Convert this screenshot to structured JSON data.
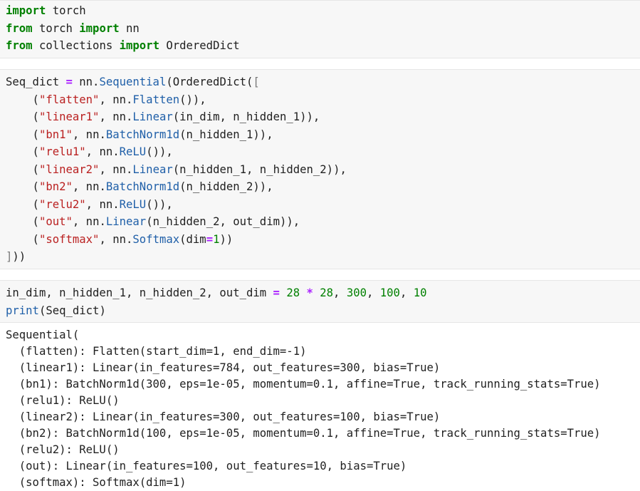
{
  "cells": [
    {
      "lines": [
        [
          [
            "kw",
            "import"
          ],
          [
            "p",
            " torch"
          ]
        ],
        [
          [
            "kw",
            "from"
          ],
          [
            "p",
            " torch "
          ],
          [
            "kw",
            "import"
          ],
          [
            "p",
            " nn"
          ]
        ],
        [
          [
            "kw",
            "from"
          ],
          [
            "p",
            " collections "
          ],
          [
            "kw",
            "import"
          ],
          [
            "p",
            " OrderedDict"
          ]
        ]
      ]
    },
    {
      "lines": [
        [
          [
            "p",
            "Seq_dict "
          ],
          [
            "op",
            "="
          ],
          [
            "p",
            " nn."
          ],
          [
            "attr",
            "Sequential"
          ],
          [
            "p",
            "(OrderedDict("
          ],
          [
            "brk",
            "["
          ]
        ],
        [
          [
            "p",
            "    ("
          ],
          [
            "str",
            "\"flatten\""
          ],
          [
            "p",
            ", nn."
          ],
          [
            "attr",
            "Flatten"
          ],
          [
            "p",
            "()),"
          ]
        ],
        [
          [
            "p",
            "    ("
          ],
          [
            "str",
            "\"linear1\""
          ],
          [
            "p",
            ", nn."
          ],
          [
            "attr",
            "Linear"
          ],
          [
            "p",
            "(in_dim, n_hidden_1)),"
          ]
        ],
        [
          [
            "p",
            "    ("
          ],
          [
            "str",
            "\"bn1\""
          ],
          [
            "p",
            ", nn."
          ],
          [
            "attr",
            "BatchNorm1d"
          ],
          [
            "p",
            "(n_hidden_1)),"
          ]
        ],
        [
          [
            "p",
            "    ("
          ],
          [
            "str",
            "\"relu1\""
          ],
          [
            "p",
            ", nn."
          ],
          [
            "attr",
            "ReLU"
          ],
          [
            "p",
            "()),"
          ]
        ],
        [
          [
            "p",
            "    ("
          ],
          [
            "str",
            "\"linear2\""
          ],
          [
            "p",
            ", nn."
          ],
          [
            "attr",
            "Linear"
          ],
          [
            "p",
            "(n_hidden_1, n_hidden_2)),"
          ]
        ],
        [
          [
            "p",
            "    ("
          ],
          [
            "str",
            "\"bn2\""
          ],
          [
            "p",
            ", nn."
          ],
          [
            "attr",
            "BatchNorm1d"
          ],
          [
            "p",
            "(n_hidden_2)),"
          ]
        ],
        [
          [
            "p",
            "    ("
          ],
          [
            "str",
            "\"relu2\""
          ],
          [
            "p",
            ", nn."
          ],
          [
            "attr",
            "ReLU"
          ],
          [
            "p",
            "()),"
          ]
        ],
        [
          [
            "p",
            "    ("
          ],
          [
            "str",
            "\"out\""
          ],
          [
            "p",
            ", nn."
          ],
          [
            "attr",
            "Linear"
          ],
          [
            "p",
            "(n_hidden_2, out_dim)),"
          ]
        ],
        [
          [
            "p",
            "    ("
          ],
          [
            "str",
            "\"softmax\""
          ],
          [
            "p",
            ", nn."
          ],
          [
            "attr",
            "Softmax"
          ],
          [
            "p",
            "(dim"
          ],
          [
            "op",
            "="
          ],
          [
            "num",
            "1"
          ],
          [
            "p",
            "))"
          ]
        ],
        [
          [
            "brk",
            "]"
          ],
          [
            "p",
            "))"
          ]
        ]
      ]
    },
    {
      "lines": [
        [
          [
            "p",
            "in_dim, n_hidden_1, n_hidden_2, out_dim "
          ],
          [
            "op",
            "="
          ],
          [
            "p",
            " "
          ],
          [
            "num",
            "28"
          ],
          [
            "p",
            " "
          ],
          [
            "op",
            "*"
          ],
          [
            "p",
            " "
          ],
          [
            "num",
            "28"
          ],
          [
            "p",
            ", "
          ],
          [
            "num",
            "300"
          ],
          [
            "p",
            ", "
          ],
          [
            "num",
            "100"
          ],
          [
            "p",
            ", "
          ],
          [
            "num",
            "10"
          ]
        ],
        [
          [
            "attr",
            "print"
          ],
          [
            "p",
            "(Seq_dict)"
          ]
        ]
      ]
    }
  ],
  "output_lines": [
    "Sequential(",
    "  (flatten): Flatten(start_dim=1, end_dim=-1)",
    "  (linear1): Linear(in_features=784, out_features=300, bias=True)",
    "  (bn1): BatchNorm1d(300, eps=1e-05, momentum=0.1, affine=True, track_running_stats=True)",
    "  (relu1): ReLU()",
    "  (linear2): Linear(in_features=300, out_features=100, bias=True)",
    "  (bn2): BatchNorm1d(100, eps=1e-05, momentum=0.1, affine=True, track_running_stats=True)",
    "  (relu2): ReLU()",
    "  (out): Linear(in_features=100, out_features=10, bias=True)",
    "  (softmax): Softmax(dim=1)"
  ]
}
